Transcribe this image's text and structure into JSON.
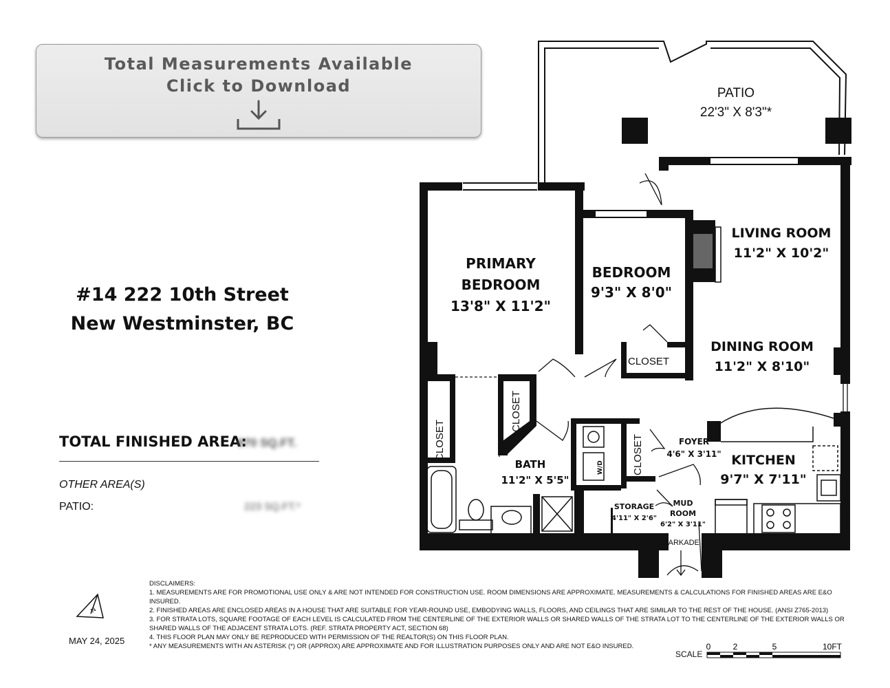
{
  "download_box": {
    "line1": "Total Measurements Available",
    "line2": "Click to Download",
    "icon": "download-icon"
  },
  "address": {
    "line1": "#14 222 10th Street",
    "line2": "New Westminster, BC"
  },
  "areas": {
    "total_label": "TOTAL FINISHED AREA:",
    "total_value": "870 SQ.FT.",
    "other_label": "OTHER AREA(S)",
    "patio_label": "PATIO:",
    "patio_value": "223 SQ.FT.*"
  },
  "rooms": {
    "patio": {
      "name": "PATIO",
      "dims": "22'3\" X 8'3\"*"
    },
    "primary_bedroom": {
      "name1": "PRIMARY",
      "name2": "BEDROOM",
      "dims": "13'8\" X 11'2\""
    },
    "bedroom": {
      "name": "BEDROOM",
      "dims": "9'3\" X 8'0\""
    },
    "living_room": {
      "name": "LIVING ROOM",
      "dims": "11'2\" X 10'2\""
    },
    "dining_room": {
      "name": "DINING ROOM",
      "dims": "11'2\" X 8'10\""
    },
    "closet_bedroom": {
      "name": "CLOSET"
    },
    "closet_left": {
      "name": "CLOSET"
    },
    "closet_primary": {
      "name": "CLOSET"
    },
    "closet_foyer": {
      "name": "CLOSET"
    },
    "bath": {
      "name": "BATH",
      "dims": "11'2\" X 5'5\""
    },
    "foyer": {
      "name": "FOYER",
      "dims": "4'6\" X 3'11\""
    },
    "kitchen": {
      "name": "KITCHEN",
      "dims": "9'7\" X 7'11\""
    },
    "storage": {
      "name": "STORAGE",
      "dims": "4'11\" X 2'6\""
    },
    "mud_room": {
      "name1": "MUD",
      "name2": "ROOM",
      "dims": "6'2\" X 3'11\""
    },
    "parkade": {
      "name": "PARKADE"
    },
    "washer_dryer": {
      "name": "W/D"
    }
  },
  "disclaimers": {
    "title": "DISCLAIMERS:",
    "items": [
      "1. MEASUREMENTS ARE FOR PROMOTIONAL USE ONLY & ARE NOT INTENDED FOR CONSTRUCTION USE. ROOM DIMENSIONS ARE APPROXIMATE. MEASUREMENTS & CALCULATIONS FOR FINISHED AREAS ARE E&O INSURED.",
      "2. FINISHED AREAS ARE ENCLOSED AREAS IN A HOUSE THAT ARE SUITABLE FOR YEAR-ROUND USE, EMBODYING WALLS, FLOORS, AND CEILINGS THAT ARE SIMILAR TO THE REST OF THE HOUSE. (ANSI Z765-2013)",
      "3. FOR STRATA LOTS, SQUARE FOOTAGE OF EACH LEVEL IS CALCULATED FROM THE CENTERLINE OF THE EXTERIOR WALLS OR SHARED WALLS OF THE STRATA LOT TO THE CENTERLINE OF THE EXTERIOR WALLS OR SHARED WALLS OF THE ADJACENT STRATA LOTS. (REF. STRATA PROPERTY ACT, SECTION 68)",
      "4. THIS FLOOR PLAN MAY ONLY BE REPRODUCED WITH PERMISSION OF THE REALTOR(S) ON THIS FLOOR PLAN.",
      "* ANY MEASUREMENTS WITH AN ASTERISK (*) OR (APPROX) ARE APPROXIMATE AND FOR ILLUSTRATION PURPOSES ONLY AND ARE NOT E&O INSURED."
    ]
  },
  "date": "MAY 24, 2025",
  "north_label": "N",
  "scale": {
    "label": "SCALE",
    "ticks": [
      "0",
      "2",
      "5",
      "10FT"
    ]
  }
}
